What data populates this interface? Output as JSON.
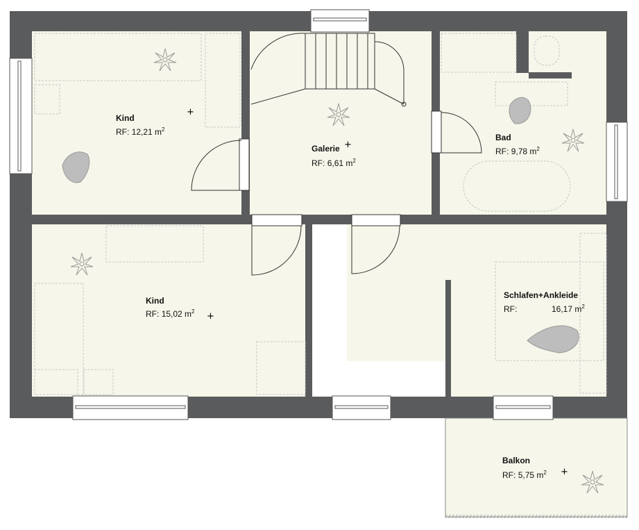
{
  "plan": {
    "colors": {
      "wall": "#5a5b5d",
      "floor": "#f6f6ea",
      "furniture": "#c8c8c8",
      "text": "#111111"
    },
    "rooms": [
      {
        "id": "kind-1",
        "name": "Kind",
        "area_prefix": "RF:",
        "area_value": "12,21 m",
        "unit_sup": "2"
      },
      {
        "id": "galerie",
        "name": "Galerie",
        "area_prefix": "RF:",
        "area_value": "6,61 m",
        "unit_sup": "2"
      },
      {
        "id": "bad",
        "name": "Bad",
        "area_prefix": "RF:",
        "area_value": "9,78 m",
        "unit_sup": "2"
      },
      {
        "id": "kind-2",
        "name": "Kind",
        "area_prefix": "RF:",
        "area_value": "15,02 m",
        "unit_sup": "2"
      },
      {
        "id": "schlafen",
        "name": "Schlafen+Ankleide",
        "area_prefix": "RF:",
        "area_value": "16,17 m",
        "unit_sup": "2"
      },
      {
        "id": "balkon",
        "name": "Balkon",
        "area_prefix": "RF:",
        "area_value": "5,75 m",
        "unit_sup": "2"
      }
    ]
  }
}
